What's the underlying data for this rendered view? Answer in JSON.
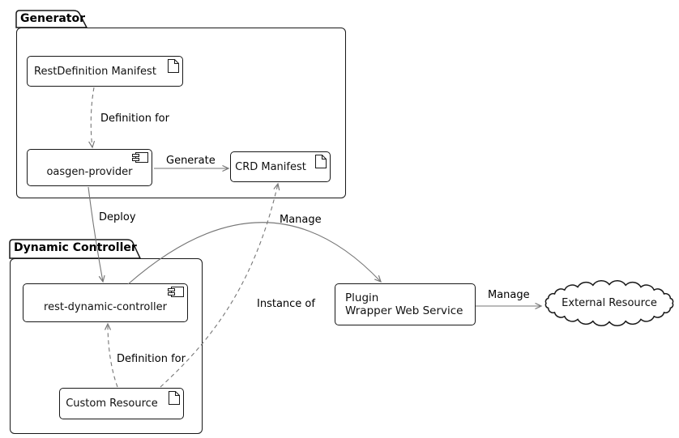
{
  "diagram": {
    "kind": "component-diagram",
    "packages": {
      "generator": {
        "label": "Generator"
      },
      "dynamic_controller": {
        "label": "Dynamic Controller"
      }
    },
    "nodes": {
      "rest_definition_manifest": {
        "label": "RestDefinition Manifest",
        "type": "artifact"
      },
      "oasgen_provider": {
        "label": "oasgen-provider",
        "type": "component"
      },
      "crd_manifest": {
        "label": "CRD Manifest",
        "type": "artifact"
      },
      "rest_dynamic_controller": {
        "label": "rest-dynamic-controller",
        "type": "component"
      },
      "custom_resource": {
        "label": "Custom Resource",
        "type": "artifact"
      },
      "plugin_wrapper": {
        "lines": [
          "Plugin",
          "Wrapper Web Service"
        ],
        "type": "rectangle"
      },
      "external_resource": {
        "label": "External Resource",
        "type": "cloud"
      }
    },
    "edges": {
      "definition_for_top": {
        "label": "Definition for",
        "style": "dashed",
        "from": "rest_definition_manifest",
        "to": "oasgen_provider"
      },
      "generate": {
        "label": "Generate",
        "style": "solid",
        "from": "oasgen_provider",
        "to": "crd_manifest"
      },
      "deploy": {
        "label": "Deploy",
        "style": "solid",
        "from": "oasgen_provider",
        "to": "rest_dynamic_controller"
      },
      "manage_crd": {
        "label": "Manage",
        "style": "solid",
        "from": "rest_dynamic_controller",
        "to": "plugin_wrapper"
      },
      "instance_of": {
        "label": "Instance of",
        "style": "dashed",
        "from": "custom_resource",
        "to": "crd_manifest"
      },
      "definition_for_bottom": {
        "label": "Definition for",
        "style": "dashed",
        "from": "custom_resource",
        "to": "rest_dynamic_controller"
      },
      "manage_external": {
        "label": "Manage",
        "style": "solid",
        "from": "plugin_wrapper",
        "to": "external_resource"
      }
    },
    "colors": {
      "background": "#ffffff",
      "node_border": "#181818",
      "edge": "#767676",
      "text": "#000000"
    }
  }
}
